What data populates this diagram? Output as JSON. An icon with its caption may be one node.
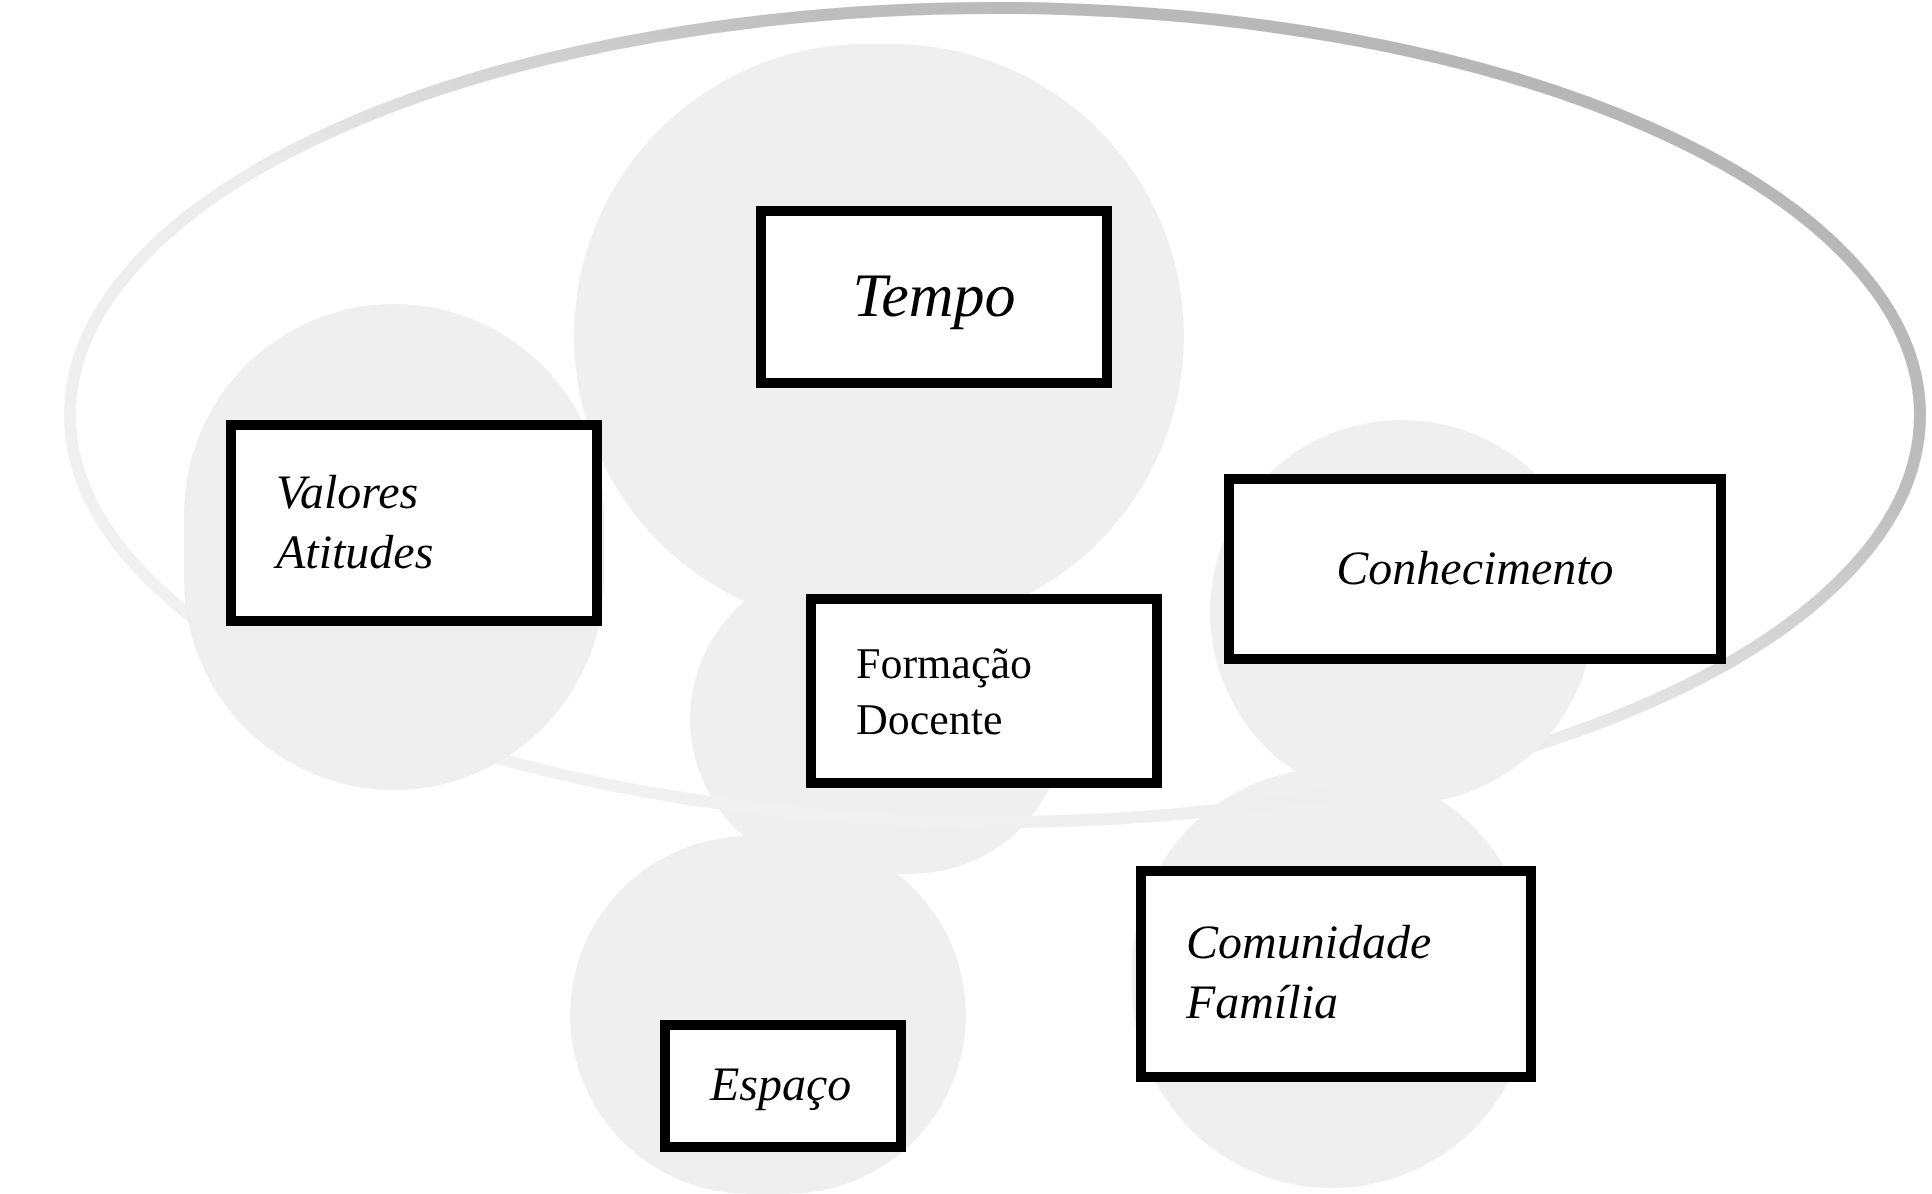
{
  "diagram": {
    "nodes": [
      {
        "text": [],
        "shape": "ellipse"
      },
      {
        "text": [],
        "shape": "circle",
        "in": 0
      },
      {
        "text": [],
        "shape": "circle",
        "in": 0
      },
      {
        "text": [],
        "shape": "circle",
        "in": 0
      },
      {
        "text": [],
        "shape": "circle"
      },
      {
        "text": [],
        "shape": "circle"
      },
      {
        "text": [],
        "shape": "circle"
      },
      {
        "text": [
          "Tempo"
        ],
        "in": 1
      },
      {
        "text": [
          "Valores Atitudes"
        ],
        "in": 2
      },
      {
        "text": [
          "Conhecimento"
        ],
        "in": 0
      },
      {
        "text": [
          "Formação Docente"
        ],
        "in": 0
      },
      {
        "text": [
          "Espaço"
        ],
        "in": 5
      },
      {
        "text": [
          "Comunidade Família"
        ],
        "in": 6
      }
    ]
  }
}
